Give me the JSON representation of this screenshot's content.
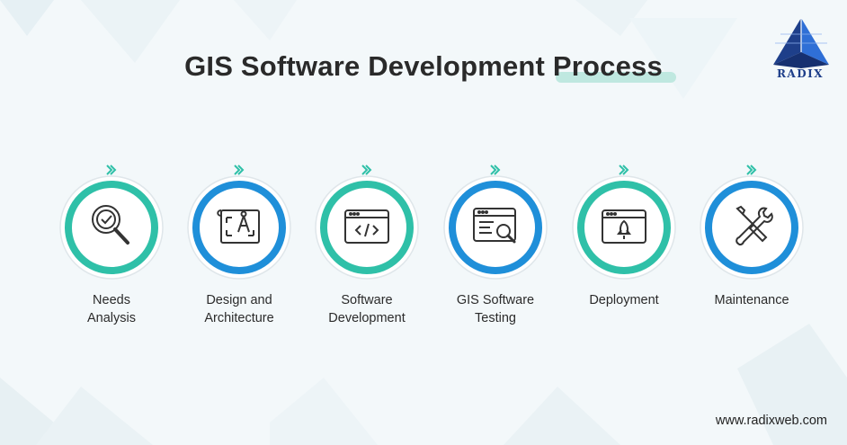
{
  "title": "GIS Software Development Process",
  "brand": {
    "name": "RADIX",
    "website": "www.radixweb.com"
  },
  "colors": {
    "teal": "#2fc0a8",
    "blue": "#1f8fd9",
    "logo_blue": "#1e3f8a",
    "underline": "#bfe8e0"
  },
  "steps": [
    {
      "label": [
        "Needs",
        "Analysis"
      ],
      "icon": "magnifier-check-icon",
      "accent": "teal"
    },
    {
      "label": [
        "Design and",
        "Architecture"
      ],
      "icon": "blueprint-compass-icon",
      "accent": "blue"
    },
    {
      "label": [
        "Software",
        "Development"
      ],
      "icon": "code-window-icon",
      "accent": "teal"
    },
    {
      "label": [
        "GIS Software",
        "Testing"
      ],
      "icon": "browser-search-icon",
      "accent": "blue"
    },
    {
      "label": [
        "Deployment"
      ],
      "icon": "rocket-window-icon",
      "accent": "teal"
    },
    {
      "label": [
        "Maintenance"
      ],
      "icon": "wrench-screwdriver-icon",
      "accent": "blue"
    }
  ]
}
